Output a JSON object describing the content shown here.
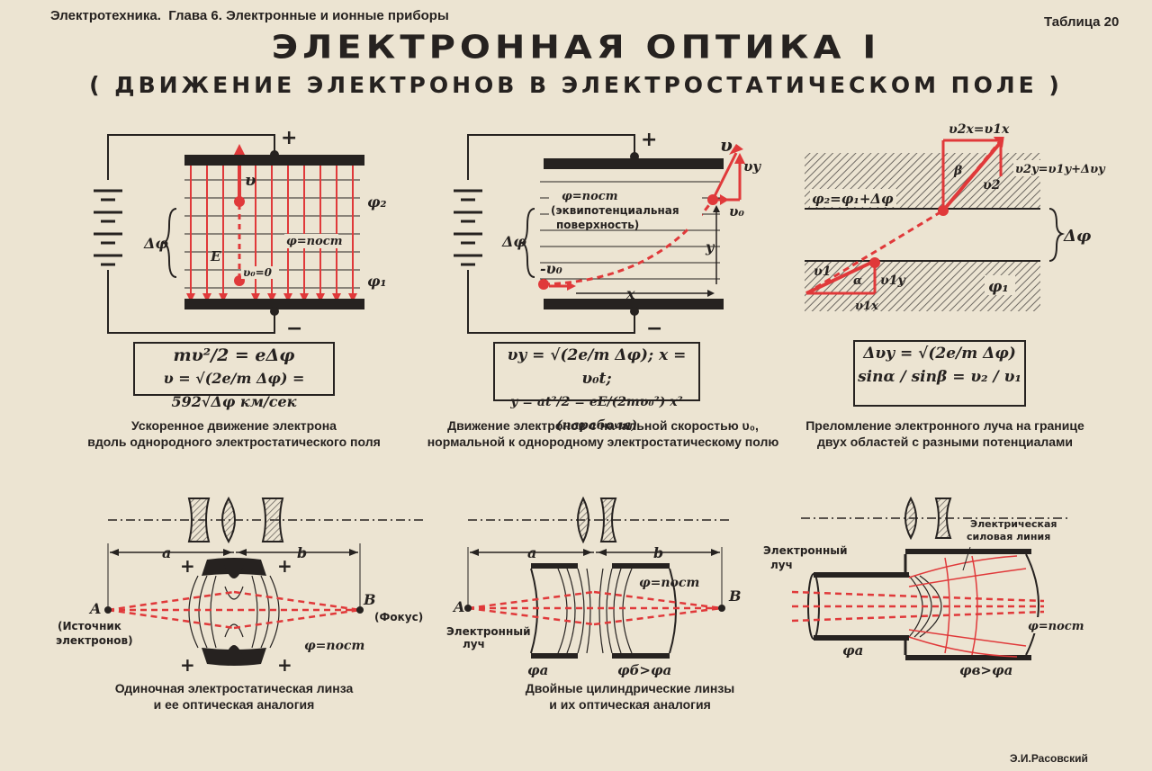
{
  "header": {
    "book": "Электротехника.",
    "chapter": "Глава 6. Электронные и ионные приборы",
    "table": "Таблица 20",
    "title": "ЭЛЕКТРОННАЯ ОПТИКА I",
    "subtitle": "( ДВИЖЕНИЕ ЭЛЕКТРОНОВ В ЭЛЕКТРОСТАТИЧЕСКОМ ПОЛЕ )"
  },
  "colors": {
    "paper": "#ece4d2",
    "ink": "#262220",
    "accent_red": "#e0393a"
  },
  "panel1": {
    "labels": {
      "plus": "+",
      "minus": "−",
      "v": "υ",
      "phi2": "φ₂",
      "phi1": "φ₁",
      "dphi": "Δφ",
      "E": "E",
      "phi_const": "φ=пост",
      "v0": "υ₀=0"
    },
    "formula1": "mυ²/2 = eΔφ",
    "formula2": "υ = √(2e/m Δφ) = 592√Δφ км/сек",
    "caption1": "Ускоренное движение электрона",
    "caption2": "вдоль однородного электростатического поля"
  },
  "panel2": {
    "labels": {
      "plus": "+",
      "minus": "−",
      "v": "υ",
      "vy": "υy",
      "v0": "υ₀",
      "phi_const": "φ=пост",
      "equi1": "(эквипотенциальная",
      "equi2": "поверхность)",
      "dphi": "Δφ",
      "minus_u0": "-υ₀",
      "x": "x",
      "y": "y"
    },
    "formula1": "υy = √(2e/m Δφ);  x = υ₀t;",
    "formula2": "y = at²/2 = eE/(2mυ₀²) x² (парабола)",
    "caption1": "Движение электронов с начальной скоростью υ₀,",
    "caption2": "нормальной к однородному электростатическому полю"
  },
  "panel3": {
    "labels": {
      "v2x": "υ2x=υ1x",
      "v2y": "υ2y=υ1y+Δυy",
      "v2": "υ2",
      "beta": "β",
      "phi2eq": "φ₂=φ₁+Δφ",
      "dphi": "Δφ",
      "v1": "υ1",
      "v1y": "υ1y",
      "v1x": "υ1x",
      "alpha": "α",
      "phi1": "φ₁"
    },
    "formula1": "Δυy = √(2e/m Δφ)",
    "formula2": "sinα / sinβ = υ₂ / υ₁",
    "caption1": "Преломление электронного луча на границе",
    "caption2": "двух областей с разными потенциалами"
  },
  "panel4": {
    "labels": {
      "a": "a",
      "b": "b",
      "A": "A",
      "B": "B",
      "source1": "(Источник",
      "source2": "электронов)",
      "focus": "(Фокус)",
      "phi_const": "φ=пост"
    },
    "caption1": "Одиночная электростатическая линза",
    "caption2": "и ее оптическая аналогия"
  },
  "panel5": {
    "labels": {
      "a": "a",
      "b": "b",
      "A": "A",
      "B": "B",
      "phi_const": "φ=пост",
      "beam1": "Электронный",
      "beam2": "луч",
      "phi_a": "φa",
      "phi_b": "φб>φa"
    },
    "caption1": "Двойные цилиндрические линзы",
    "caption2": "и их оптическая аналогия"
  },
  "panel6": {
    "labels": {
      "line1": "Электрическая",
      "line2": "силовая линия",
      "beam1": "Электронный",
      "beam2": "луч",
      "phi_const": "φ=пост",
      "phi_a": "φa",
      "phi_b": "φв>φa"
    }
  },
  "author": "Э.И.Расовский"
}
